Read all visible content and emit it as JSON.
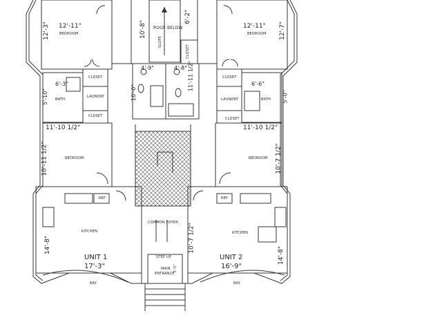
{
  "labels": {
    "u1_bedroom_top": "BEDROOM",
    "u2_bedroom_top": "BEDROOM",
    "u1_bedroom_mid": "BEDROOM",
    "u2_bedroom_mid": "BEDROOM",
    "u1_closet_a": "CLOSET",
    "u1_closet_b": "CLOSET",
    "u2_closet_a": "CLOSET",
    "u2_closet_b": "CLOSET",
    "center_closet": "CLOSET",
    "u1_bath": "BATH",
    "u2_bath": "BATH",
    "u1_laundry": "LAUNDRY",
    "u2_laundry": "LAUNDRY",
    "u1_kitchen": "KITCHEN",
    "u2_kitchen": "KITCHEN",
    "u1_bay": "BAY",
    "u2_bay": "BAY",
    "u1_ref": "REF",
    "u2_ref": "REF",
    "roof_below": "ROOF BELOW",
    "slope": "SLOPE",
    "common_foyer": "COMMON FOYER",
    "step_up": "STEP UP",
    "main_entrance_1": "MAIN",
    "main_entrance_2": "ENTRANCE"
  },
  "units": {
    "unit1": {
      "name": "UNIT 1",
      "size": "17'-3\""
    },
    "unit2": {
      "name": "UNIT 2",
      "size": "16'-9\""
    }
  },
  "dimensions": {
    "u1_bed_top_w": "12'-11\"",
    "u1_bed_top_h": "12'-3\"",
    "u2_bed_top_w": "12'-11\"",
    "u2_bed_top_h": "12'-7\"",
    "center_top_h": "10'-8\"",
    "center_top_h2": "6'-2\"",
    "u1_bath_w": "6'-3\"",
    "u1_bath_h": "5'-10\"",
    "u2_bath_w": "6'-6\"",
    "u2_bath_h": "5'-0\"",
    "c_bath1_w": "4'-9\"",
    "c_bath2_w": "4'-8\"",
    "c_bath1_h": "10'-0\"",
    "c_bath2_h": "11'-11 1/2\"",
    "u1_bed_mid_w": "11'-10 1/2\"",
    "u1_bed_mid_h": "10'-11 1/2\"",
    "u2_bed_mid_w": "11'-10 1/2\"",
    "u2_bed_mid_h": "10'-7 1/2\"",
    "u1_kitchen_h": "14'-8\"",
    "u2_kitchen_h": "14'-8\"",
    "foyer_h": "10'-7 1/2\"",
    "entrance_w": "3'-5\""
  }
}
